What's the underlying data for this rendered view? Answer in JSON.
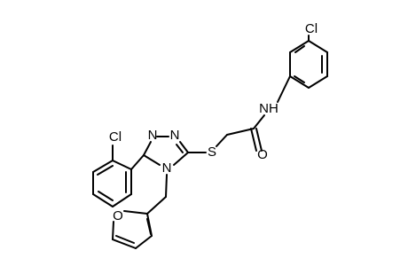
{
  "molecule": {
    "atoms": {
      "cl_top": "Cl",
      "nh": "NH",
      "o_carbonyl": "O",
      "s_thio": "S",
      "n1": "N",
      "n2": "N",
      "n4": "N",
      "cl_aryl": "Cl",
      "o_furan": "O"
    }
  },
  "colors": {
    "bond": "#000000",
    "label": "#000000",
    "background": "#ffffff"
  }
}
